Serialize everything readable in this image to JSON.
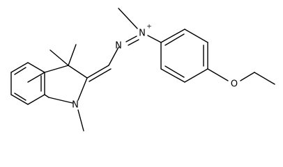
{
  "structure": {
    "atoms": {
      "n_imine": "N",
      "n_cationic": "N",
      "cationic_charge": "+",
      "n_indoline": "N",
      "o_ether": "O"
    },
    "colors": {
      "bond": "#000000",
      "background": "#ffffff"
    }
  }
}
